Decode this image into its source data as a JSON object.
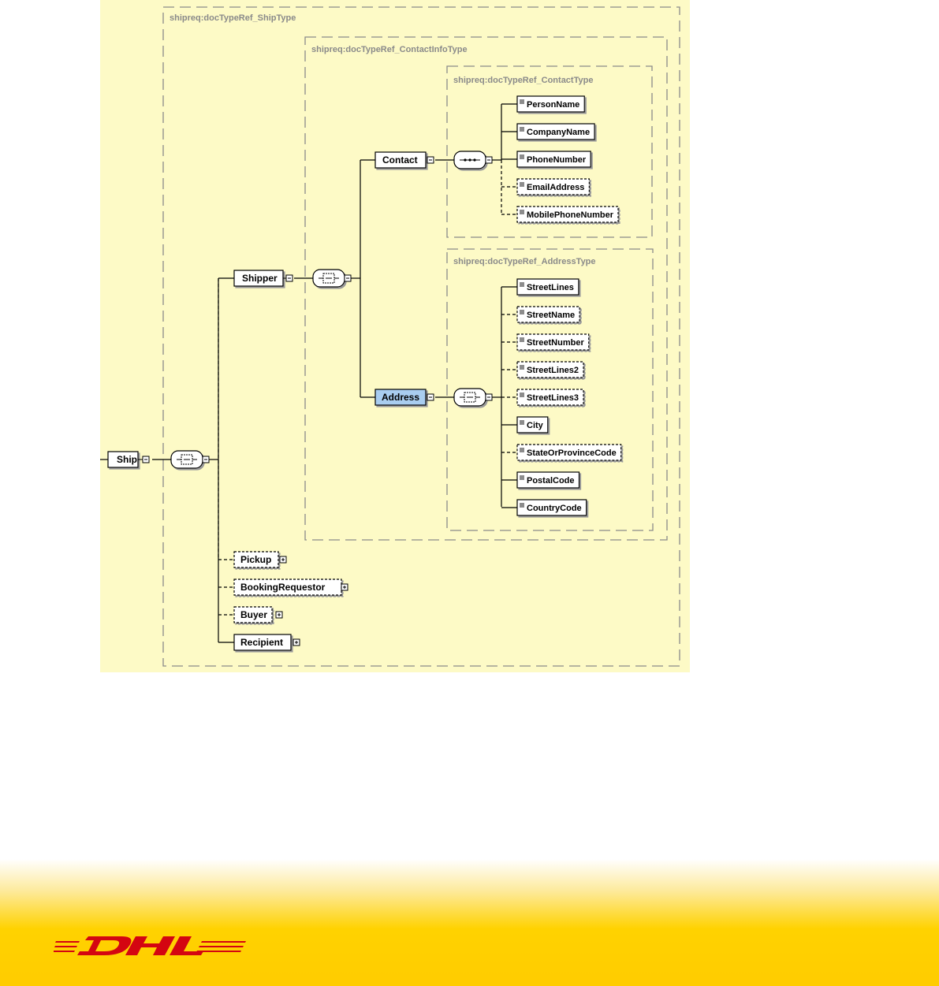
{
  "groups": {
    "ship_type": "shipreq:docTypeRef_ShipType",
    "contact_info_type": "shipreq:docTypeRef_ContactInfoType",
    "contact_type": "shipreq:docTypeRef_ContactType",
    "address_type": "shipreq:docTypeRef_AddressType"
  },
  "elements": {
    "ship": "Ship",
    "shipper": "Shipper",
    "contact": "Contact",
    "address": "Address",
    "pickup": "Pickup",
    "booking_requestor": "BookingRequestor",
    "buyer": "Buyer",
    "recipient": "Recipient"
  },
  "contact_fields": [
    {
      "label": "PersonName",
      "optional": false
    },
    {
      "label": "CompanyName",
      "optional": false
    },
    {
      "label": "PhoneNumber",
      "optional": false
    },
    {
      "label": "EmailAddress",
      "optional": true
    },
    {
      "label": "MobilePhoneNumber",
      "optional": true
    }
  ],
  "address_fields": [
    {
      "label": "StreetLines",
      "optional": false
    },
    {
      "label": "StreetName",
      "optional": true
    },
    {
      "label": "StreetNumber",
      "optional": true
    },
    {
      "label": "StreetLines2",
      "optional": true
    },
    {
      "label": "StreetLines3",
      "optional": true
    },
    {
      "label": "City",
      "optional": false
    },
    {
      "label": "StateOrProvinceCode",
      "optional": true
    },
    {
      "label": "PostalCode",
      "optional": false
    },
    {
      "label": "CountryCode",
      "optional": false
    }
  ],
  "colors": {
    "panel_background": "#fdfac6",
    "selected_element": "#a9cdf0",
    "brand_red": "#d40511",
    "brand_yellow": "#ffcc00"
  },
  "logo": {
    "text": "DHL"
  }
}
